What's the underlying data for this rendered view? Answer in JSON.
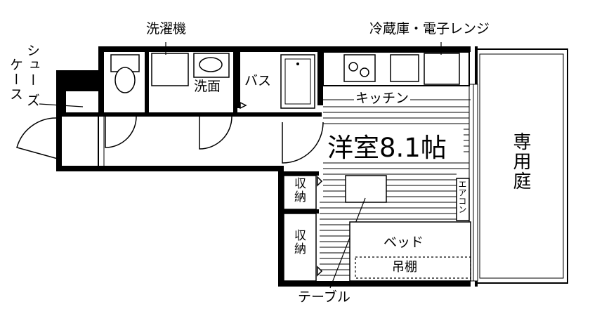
{
  "labels": {
    "washing_machine": "洗濯機",
    "fridge_microwave": "冷蔵庫・電子レンジ",
    "shoe_case_1": "シュー",
    "shoe_case_2": "ズ",
    "shoe_case_3": "ケース",
    "washroom": "洗面",
    "bath": "バス",
    "kitchen": "キッチン",
    "room": "洋室8.1帖",
    "private_garden": "専用庭",
    "storage_1": "収納",
    "storage_2": "収納",
    "air_con": "エアコン",
    "bed": "ベッド",
    "loft_shelf": "吊棚",
    "table": "テーブル"
  }
}
